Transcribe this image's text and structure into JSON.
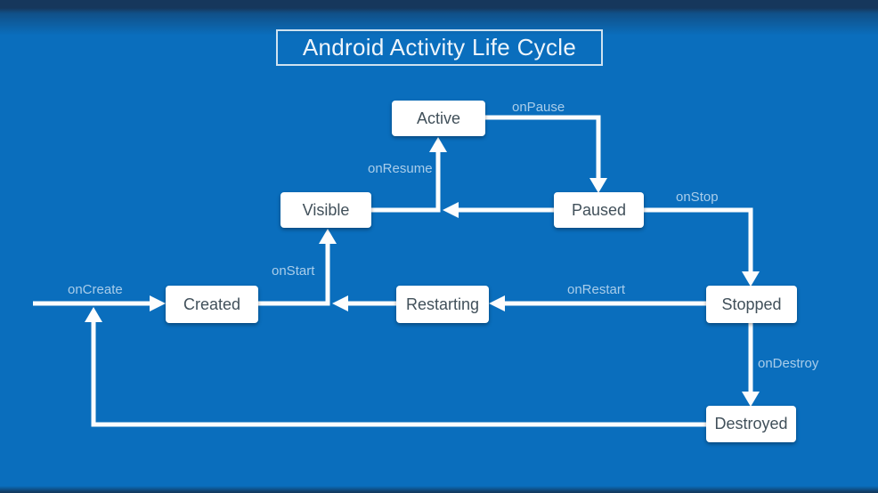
{
  "title": "Android Activity Life Cycle",
  "colors": {
    "background": "#0a6ebd",
    "top_bar": "#16375c",
    "bottom_bar": "#123a60",
    "node_bg": "#ffffff",
    "node_text": "#41505a",
    "edge_label": "#a9cdea",
    "arrow": "#fdfdfd",
    "title_text": "#eef5fb",
    "title_border": "#cfe2f0"
  },
  "nodes": {
    "active": {
      "label": "Active"
    },
    "visible": {
      "label": "Visible"
    },
    "paused": {
      "label": "Paused"
    },
    "created": {
      "label": "Created"
    },
    "restarting": {
      "label": "Restarting"
    },
    "stopped": {
      "label": "Stopped"
    },
    "destroyed": {
      "label": "Destroyed"
    }
  },
  "edges": {
    "oncreate": {
      "label": "onCreate",
      "from": "entry",
      "to": "created"
    },
    "onstart": {
      "label": "onStart",
      "from": "created",
      "to": "visible"
    },
    "onresume": {
      "label": "onResume",
      "from": "visible",
      "to": "active"
    },
    "onpause": {
      "label": "onPause",
      "from": "active",
      "to": "paused"
    },
    "onstop": {
      "label": "onStop",
      "from": "paused",
      "to": "stopped"
    },
    "onrestart": {
      "label": "onRestart",
      "from": "stopped",
      "to": "restarting"
    },
    "ondestroy": {
      "label": "onDestroy",
      "from": "stopped",
      "to": "destroyed"
    },
    "loopback": {
      "label": "",
      "from": "destroyed",
      "to": "oncreate-line"
    }
  }
}
